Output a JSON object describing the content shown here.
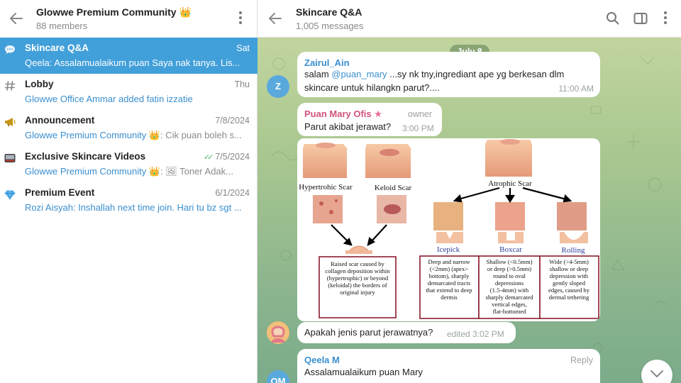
{
  "sidebar": {
    "title": "Glowwe Premium Community",
    "title_emoji": "👑",
    "members": "88 members",
    "chats": [
      {
        "name": "Skincare Q&A",
        "date": "Sat",
        "preview": "Qeela: Assalamualaikum puan Saya nak tanya.   Lis...",
        "icon": "speech-bubble-icon",
        "active": true
      },
      {
        "name": "Lobby",
        "date": "Thu",
        "preview": "Glowwe Office Ammar added fatin izzatie",
        "icon": "hash-icon"
      },
      {
        "name": "Announcement",
        "date": "7/8/2024",
        "preview_sender": "Glowwe Premium Community",
        "preview_emoji": "👑",
        "preview_text": ": Cik puan boleh s...",
        "icon": "megaphone-icon"
      },
      {
        "name": "Exclusive Skincare Videos",
        "date": "7/5/2024",
        "preview_sender": "Glowwe Premium Community",
        "preview_emoji": "👑",
        "preview_text": ": 🖼 Toner  Adak...",
        "icon": "video-icon",
        "read": true
      },
      {
        "name": "Premium Event",
        "date": "6/1/2024",
        "preview": "Rozi Aisyah: Inshallah next time join. Hari tu bz sgt ...",
        "icon": "diamond-icon"
      }
    ]
  },
  "chat": {
    "title": "Skincare Q&A",
    "messages_count": "1,005 messages",
    "date_separator": "July 8",
    "messages": [
      {
        "sender": "Zairul_Ain",
        "avatar": "Z",
        "avatar_color": "#5aa9dd",
        "mention": "@puan_mary",
        "text_before": "salam ",
        "text_after": " ...sy nk tny,ingrediant ape yg berkesan dlm",
        "text_line2": "skincare untuk hilangkn parut?....",
        "time": "11:00 AM"
      },
      {
        "sender": "Puan Mary Ofis",
        "sender_star": "★",
        "role": "owner",
        "text": "Parut akibat jerawat?",
        "time": "3:00 PM"
      },
      {
        "text": "Apakah jenis parut jerawatnya?",
        "time": "edited 3:02 PM"
      },
      {
        "sender": "Qeela M",
        "avatar": "QM",
        "avatar_color": "#5aa9dd",
        "reply": "Reply",
        "text": "Assalamualaikum puan Mary"
      }
    ],
    "figure": {
      "labels": {
        "hypertrophic": "Hypertrohic Scar",
        "keloid": "Keloid Scar",
        "atrophic": "Atrophic Scar",
        "icepick": "Icepick",
        "boxcar": "Boxcar",
        "rolling": "Rolling"
      },
      "raised_desc": [
        "Raised scar caused by",
        "collagen deposition within",
        "(hypertrophic) or beyond",
        "(keloidal) the borders of",
        "original injury"
      ],
      "icepick_desc": [
        "Deep and narrow",
        "(<2mm) (apex>",
        "bottom), sharply",
        "demarcated tracts",
        "that extend to deep",
        "dermis"
      ],
      "boxcar_desc": [
        "Shallow (<0.5mm)",
        "or deep (>0.5mm)",
        "round to oval",
        "depressions",
        "(1.5-4mm) with",
        "sharply demarcated",
        "vertical edges,",
        "flat-bottomed"
      ],
      "rolling_desc": [
        "Wide (>4-5mm)",
        "shallow or deep",
        "depression with",
        "gently sloped",
        "edges, caused by",
        "dermal tethering"
      ]
    }
  },
  "colors": {
    "accent": "#419fd9",
    "link": "#3a8fcf",
    "owner_name": "#d2547a",
    "sender_name": "#3a8fcf",
    "frame_red": "#8b1c2c"
  }
}
